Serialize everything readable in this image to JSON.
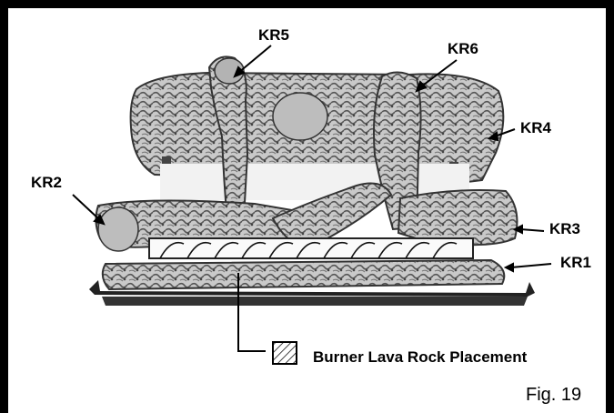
{
  "labels": {
    "kr1": "KR1",
    "kr2": "KR2",
    "kr3": "KR3",
    "kr4": "KR4",
    "kr5": "KR5",
    "kr6": "KR6"
  },
  "legend": {
    "text": "Burner Lava Rock Placement"
  },
  "figure": {
    "caption": "Fig. 19"
  }
}
